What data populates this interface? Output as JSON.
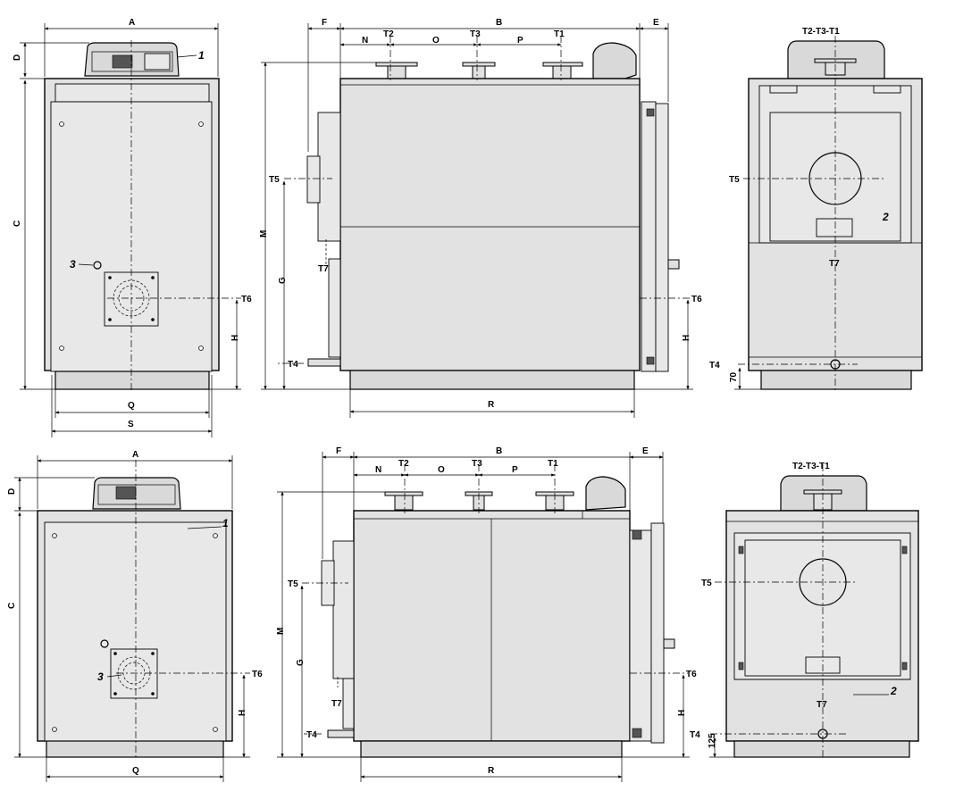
{
  "labels": {
    "A": "A",
    "B": "B",
    "C": "C",
    "D": "D",
    "E": "E",
    "F": "F",
    "G": "G",
    "H": "H",
    "M": "M",
    "N": "N",
    "O": "O",
    "P": "P",
    "Q": "Q",
    "R": "R",
    "S": "S",
    "T1": "T1",
    "T2": "T2",
    "T3": "T3",
    "T4": "T4",
    "T5": "T5",
    "T6": "T6",
    "T7": "T7",
    "pipes_header": "T2-T3-T1",
    "ref1": "1",
    "ref2": "2",
    "ref3": "3",
    "dim70": "70",
    "dim125": "125"
  }
}
